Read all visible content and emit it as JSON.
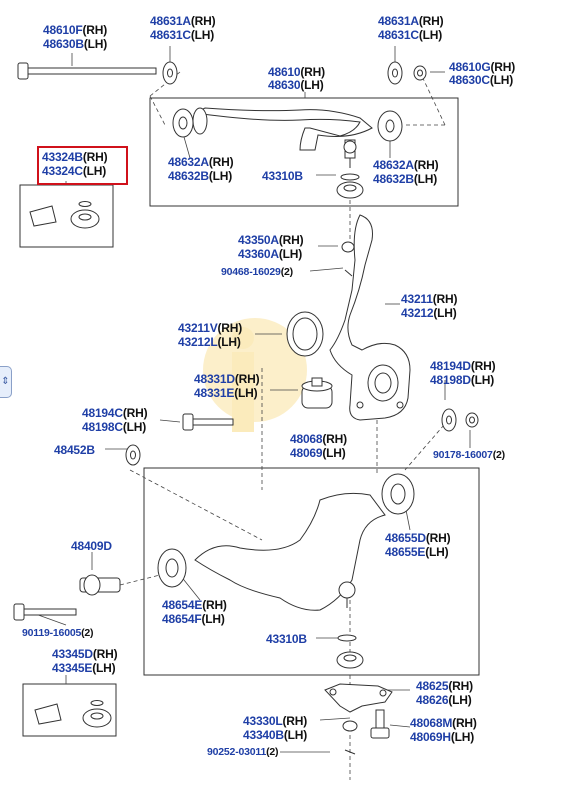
{
  "colors": {
    "part_number": "#1f3fa6",
    "suffix": "#111111",
    "highlight": "#d0111b",
    "line": "#333333",
    "watermark": "#f5c842"
  },
  "side_tab": {
    "icon": "expand-arrow-icon",
    "glyph": "⇕"
  },
  "labels": {
    "l48610F": {
      "code": "48610F",
      "side": "(RH)"
    },
    "l48630B": {
      "code": "48630B",
      "side": "(LH)"
    },
    "l48631A_l": {
      "code": "48631A",
      "side": "(RH)"
    },
    "l48631C_l": {
      "code": "48631C",
      "side": "(LH)"
    },
    "l48631A_r": {
      "code": "48631A",
      "side": "(RH)"
    },
    "l48631C_r": {
      "code": "48631C",
      "side": "(LH)"
    },
    "l48610G": {
      "code": "48610G",
      "side": "(RH)"
    },
    "l48630C": {
      "code": "48630C",
      "side": "(LH)"
    },
    "l48610": {
      "code": "48610",
      "side": "(RH)"
    },
    "l48630": {
      "code": "48630",
      "side": "(LH)"
    },
    "l43324B": {
      "code": "43324B",
      "side": "(RH)"
    },
    "l43324C": {
      "code": "43324C",
      "side": "(LH)"
    },
    "l48632A_l": {
      "code": "48632A",
      "side": "(RH)"
    },
    "l48632B_l": {
      "code": "48632B",
      "side": "(LH)"
    },
    "l43310B_t": {
      "code": "43310B",
      "side": ""
    },
    "l48632A_r": {
      "code": "48632A",
      "side": "(RH)"
    },
    "l48632B_r": {
      "code": "48632B",
      "side": "(LH)"
    },
    "l43350A": {
      "code": "43350A",
      "side": "(RH)"
    },
    "l43360A": {
      "code": "43360A",
      "side": "(LH)"
    },
    "l90468": {
      "code": "90468-16029",
      "side": "(2)"
    },
    "l43211": {
      "code": "43211",
      "side": "(RH)"
    },
    "l43212": {
      "code": "43212",
      "side": "(LH)"
    },
    "l43211V": {
      "code": "43211V",
      "side": "(RH)"
    },
    "l43212L": {
      "code": "43212L",
      "side": "(LH)"
    },
    "l48194D": {
      "code": "48194D",
      "side": "(RH)"
    },
    "l48198D": {
      "code": "48198D",
      "side": "(LH)"
    },
    "l48331D": {
      "code": "48331D",
      "side": "(RH)"
    },
    "l48331E": {
      "code": "48331E",
      "side": "(LH)"
    },
    "l48194C": {
      "code": "48194C",
      "side": "(RH)"
    },
    "l48198C": {
      "code": "48198C",
      "side": "(LH)"
    },
    "l48452B": {
      "code": "48452B",
      "side": ""
    },
    "l48068": {
      "code": "48068",
      "side": "(RH)"
    },
    "l48069": {
      "code": "48069",
      "side": "(LH)"
    },
    "l90178": {
      "code": "90178-16007",
      "side": "(2)"
    },
    "l48409D": {
      "code": "48409D",
      "side": ""
    },
    "l48655D": {
      "code": "48655D",
      "side": "(RH)"
    },
    "l48655E": {
      "code": "48655E",
      "side": "(LH)"
    },
    "l48654E": {
      "code": "48654E",
      "side": "(RH)"
    },
    "l48654F": {
      "code": "48654F",
      "side": "(LH)"
    },
    "l90119": {
      "code": "90119-16005",
      "side": "(2)"
    },
    "l43310B_b": {
      "code": "43310B",
      "side": ""
    },
    "l43345D": {
      "code": "43345D",
      "side": "(RH)"
    },
    "l43345E": {
      "code": "43345E",
      "side": "(LH)"
    },
    "l48625": {
      "code": "48625",
      "side": "(RH)"
    },
    "l48626": {
      "code": "48626",
      "side": "(LH)"
    },
    "l43330L": {
      "code": "43330L",
      "side": "(RH)"
    },
    "l43340B": {
      "code": "43340B",
      "side": "(LH)"
    },
    "l48068M": {
      "code": "48068M",
      "side": "(RH)"
    },
    "l48069H": {
      "code": "48069H",
      "side": "(LH)"
    },
    "l90252": {
      "code": "90252-03011",
      "side": "(2)"
    }
  }
}
